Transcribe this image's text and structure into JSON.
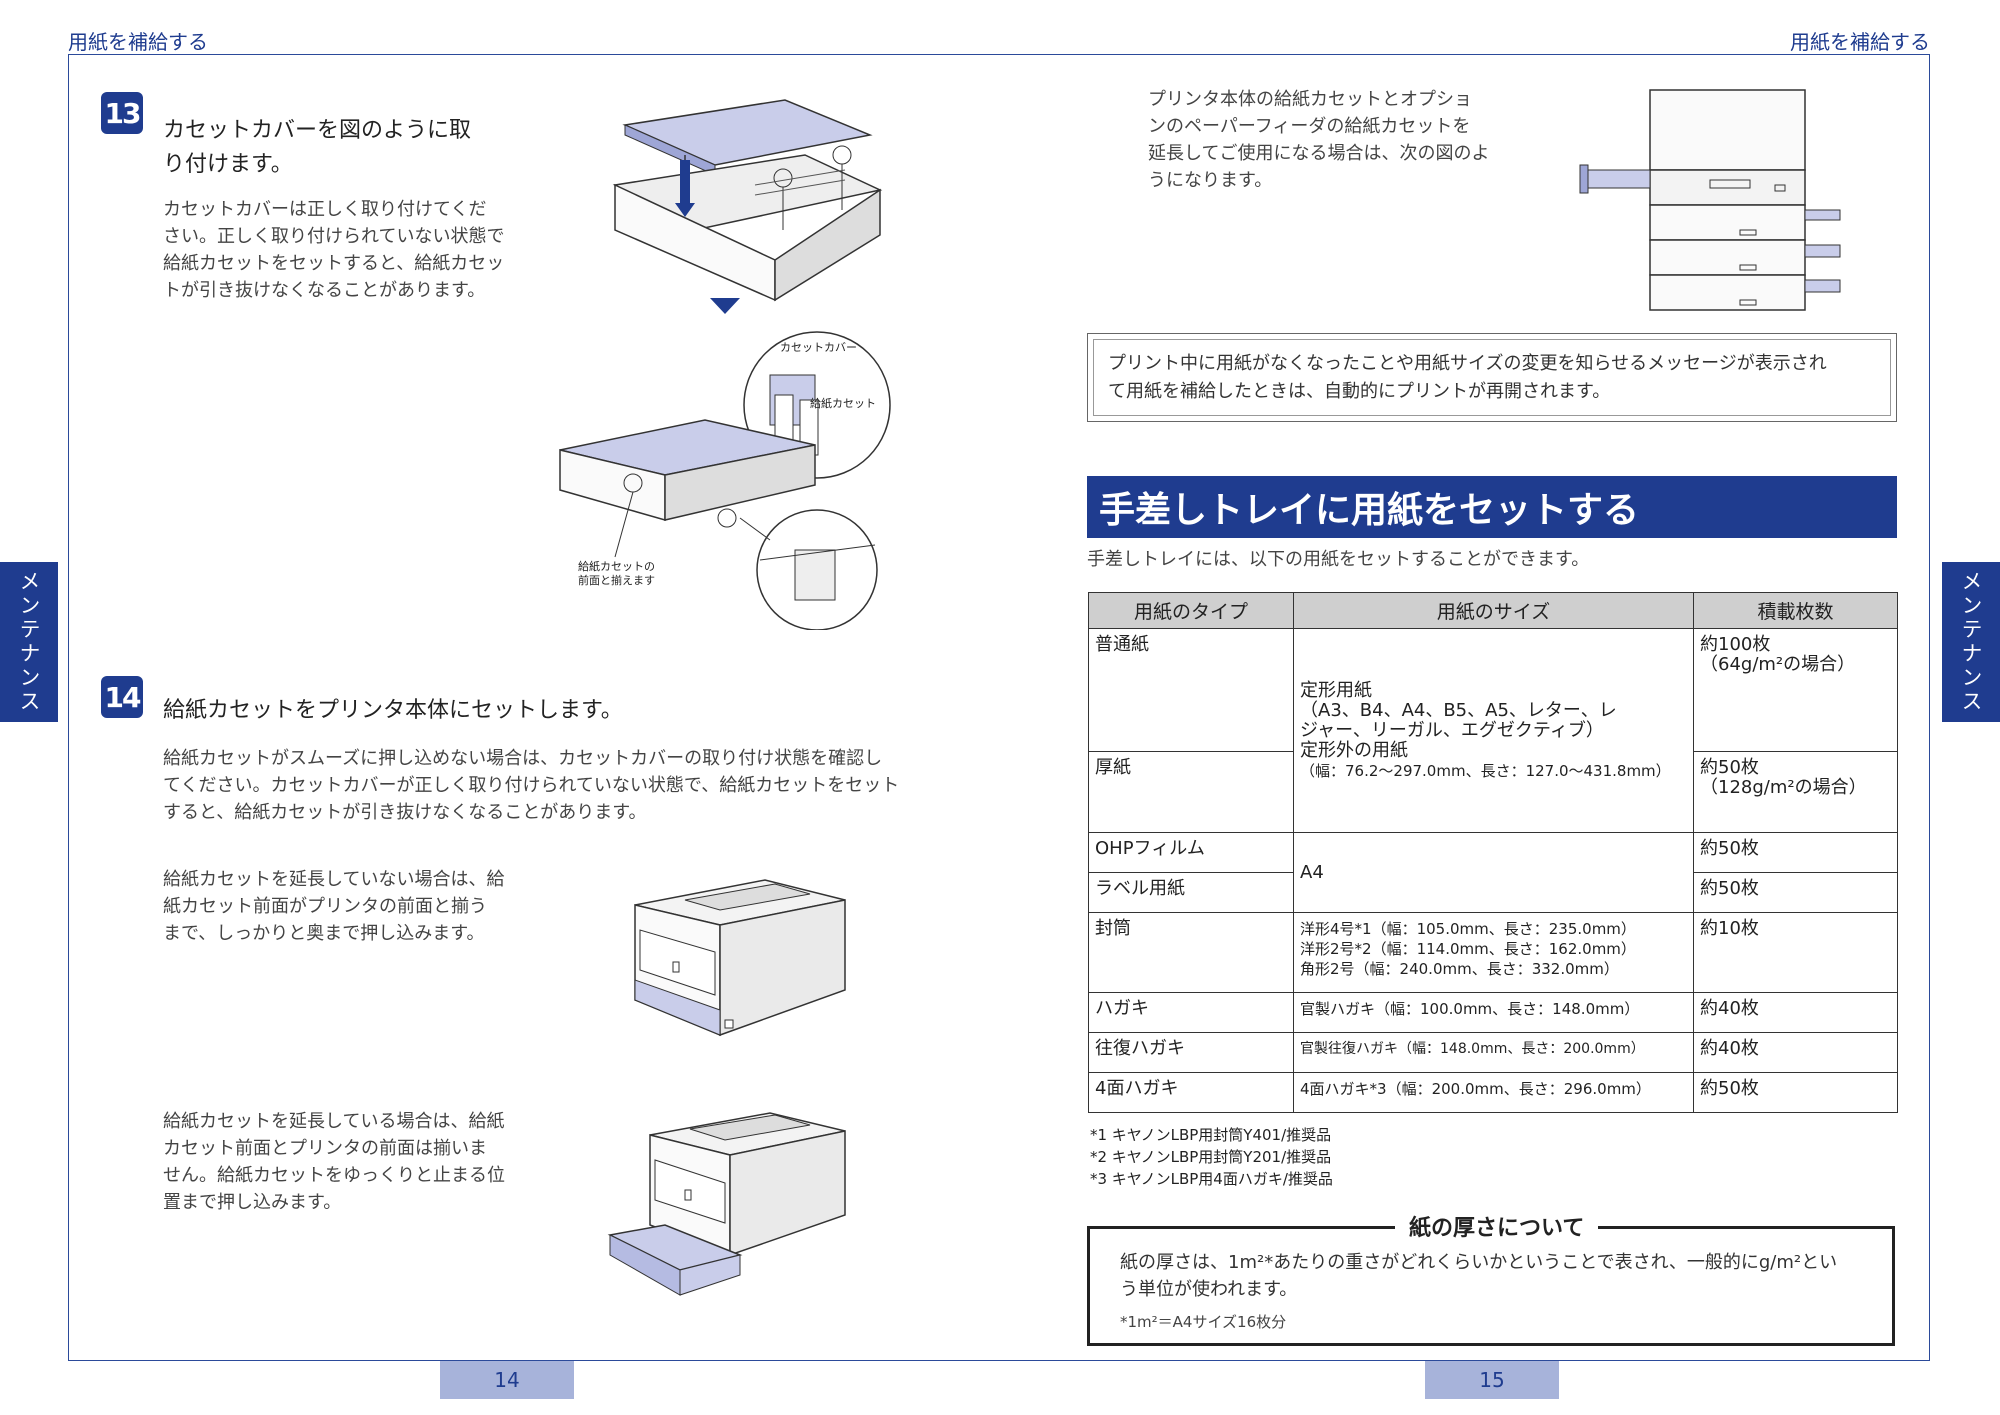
{
  "header": {
    "left": "用紙を補給する",
    "right": "用紙を補給する"
  },
  "side_tab": {
    "left": "メンテナンス",
    "right": "メンテナンス"
  },
  "page_numbers": {
    "left": "14",
    "right": "15"
  },
  "step13": {
    "number": "13",
    "title_l1": "カセットカバーを図のように取",
    "title_l2": "り付けます。",
    "body": [
      "カセットカバーは正しく取り付けてくだ",
      "さい。正しく取り付けられていない状態で",
      "給紙カセットをセットすると、給紙カセッ",
      "トが引き抜けなくなることがあります。"
    ],
    "fig_labels": {
      "cover": "カセットカバー",
      "cassette": "給紙カセット",
      "front_l1": "給紙カセットの",
      "front_l2": "前面と揃えます"
    }
  },
  "step14": {
    "number": "14",
    "title": "給紙カセットをプリンタ本体にセットします。",
    "body": [
      "給紙カセットがスムーズに押し込めない場合は、カセットカバーの取り付け状態を確認し",
      "てください。カセットカバーが正しく取り付けられていない状態で、給紙カセットをセット",
      "すると、給紙カセットが引き抜けなくなることがあります。"
    ],
    "not_extended": [
      "給紙カセットを延長していない場合は、給",
      "紙カセット前面がプリンタの前面と揃う",
      "まで、しっかりと奥まで押し込みます。"
    ],
    "extended": [
      "給紙カセットを延長している場合は、給紙",
      "カセット前面とプリンタの前面は揃いま",
      "せん。給紙カセットをゆっくりと止まる位",
      "置まで押し込みます。"
    ]
  },
  "right_intro": [
    "プリンタ本体の給紙カセットとオプショ",
    "ンのペーパーフィーダの給紙カセットを",
    "延長してご使用になる場合は、次の図のよ",
    "うになります。"
  ],
  "notice": [
    "プリント中に用紙がなくなったことや用紙サイズの変更を知らせるメッセージが表示され",
    "て用紙を補給したときは、自動的にプリントが再開されます。"
  ],
  "section": {
    "title": "手差しトレイに用紙をセットする",
    "intro": "手差しトレイには、以下の用紙をセットすることができます。"
  },
  "table": {
    "headers": [
      "用紙のタイプ",
      "用紙のサイズ",
      "積載枚数"
    ],
    "plain": {
      "type": "普通紙",
      "count": "約100枚",
      "count_note": "（64g/m²の場合）"
    },
    "thick": {
      "type": "厚紙",
      "count": "約50枚",
      "count_note": "（128g/m²の場合）"
    },
    "std_size": {
      "l1": "定形用紙",
      "l2": "（A3、B4、A4、B5、A5、レター、レ",
      "l3": "ジャー、リーガル、エグゼクティブ）",
      "l4": "定形外の用紙",
      "l5": "（幅：76.2～297.0mm、長さ：127.0～431.8mm）"
    },
    "ohp": {
      "type": "OHPフィルム",
      "count": "約50枚"
    },
    "label": {
      "type": "ラベル用紙",
      "count": "約50枚"
    },
    "a4": "A4",
    "envelope": {
      "type": "封筒",
      "s1": "洋形4号*1（幅：105.0mm、長さ：235.0mm）",
      "s2": "洋形2号*2（幅：114.0mm、長さ：162.0mm）",
      "s3": "角形2号（幅：240.0mm、長さ：332.0mm）",
      "count": "約10枚"
    },
    "hagaki": {
      "type": "ハガキ",
      "size": "官製ハガキ（幅：100.0mm、長さ：148.0mm）",
      "count": "約40枚"
    },
    "ofuku": {
      "type": "往復ハガキ",
      "size": "官製往復ハガキ（幅：148.0mm、長さ：200.0mm）",
      "count": "約40枚"
    },
    "yonmen": {
      "type": "4面ハガキ",
      "size": "4面ハガキ*3（幅：200.0mm、長さ：296.0mm）",
      "count": "約50枚"
    }
  },
  "footnotes": [
    "*1 キヤノンLBP用封筒Y401/推奨品",
    "*2 キヤノンLBP用封筒Y201/推奨品",
    "*3 キヤノンLBP用4面ハガキ/推奨品"
  ],
  "thickness": {
    "title": "紙の厚さについて",
    "l1": "紙の厚さは、1m²*あたりの重さがどれくらいかということで表され、一般的にg/m²とい",
    "l2": "う単位が使われます。",
    "note": "*1m²＝A4サイズ16枚分"
  }
}
